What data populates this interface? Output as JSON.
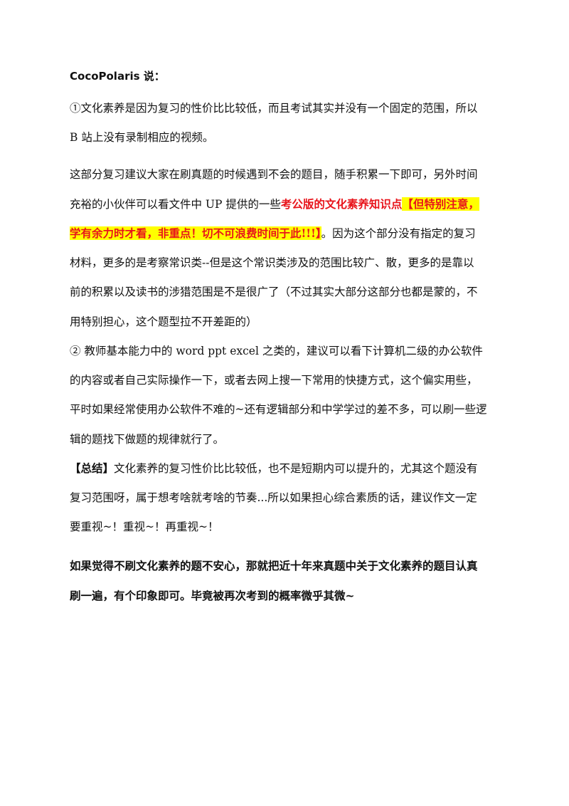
{
  "heading": "CocoPolaris 说：",
  "para1": {
    "line1": "①文化素养是因为复习的性价比比较低，而且考试其实并没有一个固定的范围，所以",
    "line2": "B 站上没有录制相应的视频。"
  },
  "para2": {
    "line1": "这部分复习建议大家在刷真题的时候遇到不会的题目，随手积累一下即可，另外时间",
    "line2_plain": "充裕的小伙伴可以看文件中 UP 提供的一些",
    "line2_red": "考公版的文化素养知识点",
    "line2_highlight": "【但特别注意，",
    "line3_highlight": "学有余力时才看，非重点！切不可浪费时间于此!!!】",
    "line3_plain": "。因为这个部分没有指定的复习",
    "line4": "材料，更多的是考察常识类--但是这个常识类涉及的范围比较广、散，更多的是靠以",
    "line5": "前的积累以及读书的涉猎范围是不是很广了（不过其实大部分这部分也都是蒙的，不",
    "line6": "用特别担心，这个题型拉不开差距的）"
  },
  "para3": {
    "line1": "② 教师基本能力中的 word ppt excel 之类的，建议可以看下计算机二级的办公软件",
    "line2": "的内容或者自己实际操作一下，或者去网上搜一下常用的快捷方式，这个偏实用些，",
    "line3": "平时如果经常使用办公软件不难的~还有逻辑部分和中学学过的差不多，可以刷一些逻",
    "line4": "辑的题找下做题的规律就行了。"
  },
  "summary": {
    "label": "【总结】",
    "line1": "文化素养的复习性价比比较低，也不是短期内可以提升的，尤其这个题没有",
    "line2": "复习范围呀，属于想考啥就考啥的节奏...所以如果担心综合素质的话，建议作文一定",
    "line3": "要重视~！重视~！再重视~！"
  },
  "final": {
    "line1": "如果觉得不刷文化素养的题不安心，那就把近十年来真题中关于文化素养的题目认真",
    "line2": "刷一遍，有个印象即可。毕竟被再次考到的概率微乎其微~"
  }
}
